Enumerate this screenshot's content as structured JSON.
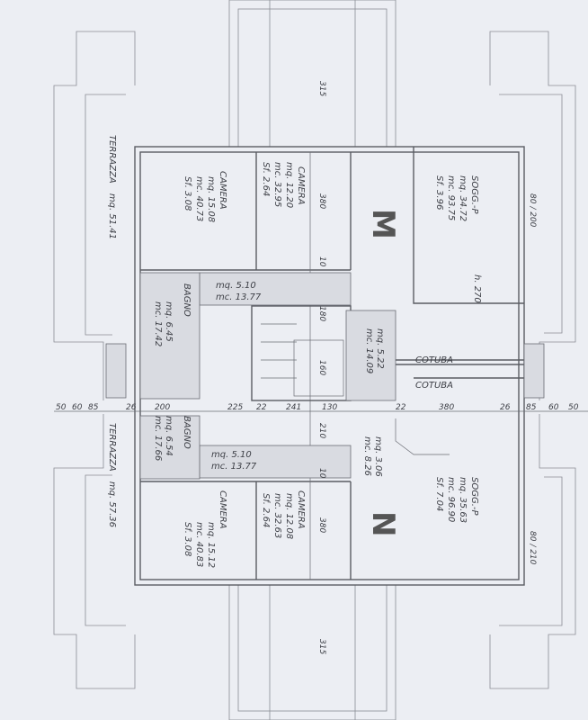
{
  "units": {
    "M": {
      "label": "M"
    },
    "N": {
      "label": "N"
    }
  },
  "rooms": {
    "terrazza_top": {
      "name": "TERRAZZA",
      "area": "mq. 51.41"
    },
    "terrazza_bottom": {
      "name": "TERRAZZA",
      "area": "mq. 57.36"
    },
    "camera_1": {
      "name": "CAMERA",
      "mq": "mq. 15.08",
      "mc": "mc. 40.73",
      "sf": "Sf. 3.08"
    },
    "camera_2": {
      "name": "CAMERA",
      "mq": "mq. 12.20",
      "mc": "mc. 32.95",
      "sf": "Sf. 2.64"
    },
    "camera_3": {
      "name": "CAMERA",
      "mq": "mq. 15.12",
      "mc": "mc. 40.83",
      "sf": "Sf. 3.08"
    },
    "camera_4": {
      "name": "CAMERA",
      "mq": "mq. 12.08",
      "mc": "mc. 32.63",
      "sf": "Sf. 2.64"
    },
    "soggiorno_M": {
      "name": "SOGG.-P",
      "mq": "mq. 34.72",
      "mc": "mc. 93.75",
      "sf": "Sf. 3.96"
    },
    "soggiorno_N": {
      "name": "SOGG.-P",
      "mq": "mq. 35.63",
      "mc": "mc. 96.90",
      "sf": "Sf. 7.04"
    },
    "disimpegno_top": {
      "mq": "mq. 5.10",
      "mc": "mc. 13.77"
    },
    "disimpegno_bottom": {
      "mq": "mq. 5.10",
      "mc": "mc. 13.77"
    },
    "ingresso_M": {
      "mq": "mq. 5.22",
      "mc": "mc. 14.09"
    },
    "ingresso_N": {
      "mq": "mq. 3.06",
      "mc": "mc. 8.26"
    },
    "bagno_top": {
      "name": "BAGNO",
      "mq": "mq. 6.45",
      "mc": "mc. 17.42"
    },
    "bagno_bottom": {
      "name": "BAGNO",
      "mq": "mq. 6.54",
      "mc": "mc. 17.66"
    },
    "cotuba_1": {
      "name": "COTUBA"
    },
    "cotuba_2": {
      "name": "COTUBA"
    }
  },
  "height_note": "h. 270",
  "dimensions": {
    "top_stair": "315",
    "bottom_stair": "315",
    "camera_top_depth": "380",
    "camera_bottom_depth": "380",
    "horizontal_row": [
      "50",
      "60",
      "85",
      "26",
      "200",
      "225",
      "22",
      "241",
      "130",
      "22",
      "380",
      "26",
      "85",
      "60",
      "50"
    ],
    "wall_10_top": "10",
    "wall_10_bottom": "10",
    "door_80_200": "80 / 200",
    "door_80_210": "80 / 210",
    "h_180": "180",
    "h_160": "160",
    "h_210": "210"
  }
}
